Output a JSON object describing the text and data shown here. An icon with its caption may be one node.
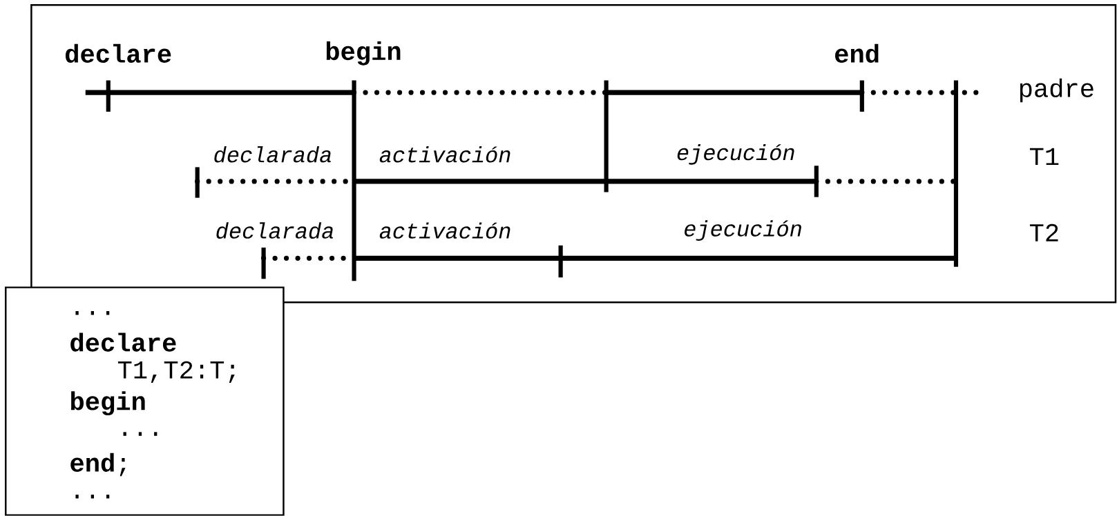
{
  "diagram": {
    "nodes": [
      {
        "text": [
          "declare",
          "begin",
          "end",
          "padre",
          "declarada",
          "activación",
          "ejecución",
          "T1",
          "declarada",
          "activación",
          "ejecución",
          "T2"
        ]
      },
      {
        "text": [
          "...",
          "**declare**",
          "T1,T2:T;",
          "**begin**",
          "...",
          "**end**;",
          "..."
        ]
      }
    ]
  }
}
